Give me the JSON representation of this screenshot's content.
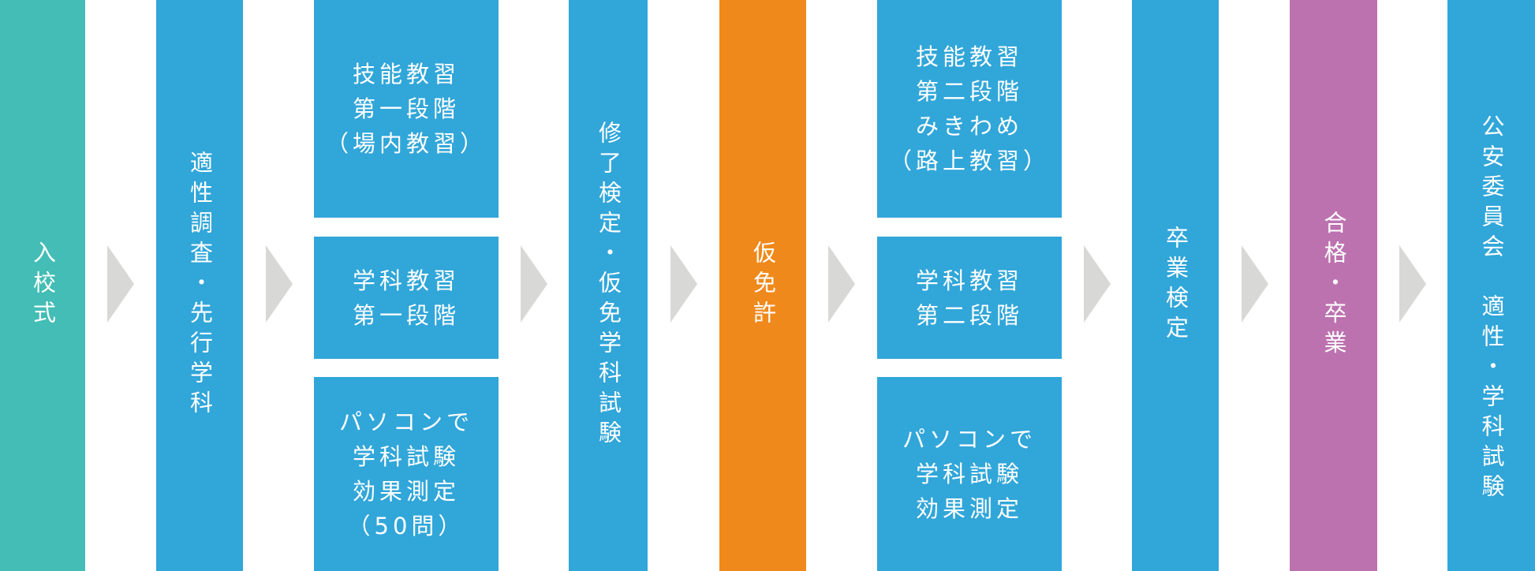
{
  "colors": {
    "teal": "#43bdb5",
    "blue": "#31a6d9",
    "orange": "#f0891b",
    "purple": "#bd72b0",
    "arrow": "#d8d8d6"
  },
  "steps": {
    "enrollment": "入校式",
    "aptitude": "適性調査・先行学科",
    "stage1": {
      "skill": "技能教習\n第一段階\n（場内教習）",
      "academic": "学科教習\n第一段階",
      "pc_test": "パソコンで\n学科試験\n効果測定\n（50問）"
    },
    "completion_exam": "修了検定・仮免学科試験",
    "provisional_license": "仮免許",
    "stage2": {
      "skill": "技能教習\n第二段階\nみきわめ\n（路上教習）",
      "academic": "学科教習\n第二段階",
      "pc_test": "パソコンで\n学科試験\n効果測定"
    },
    "graduation_exam": "卒業検定",
    "pass_graduate": "合格・卒業",
    "public_safety": "公安委員会　適性・学科試験"
  }
}
